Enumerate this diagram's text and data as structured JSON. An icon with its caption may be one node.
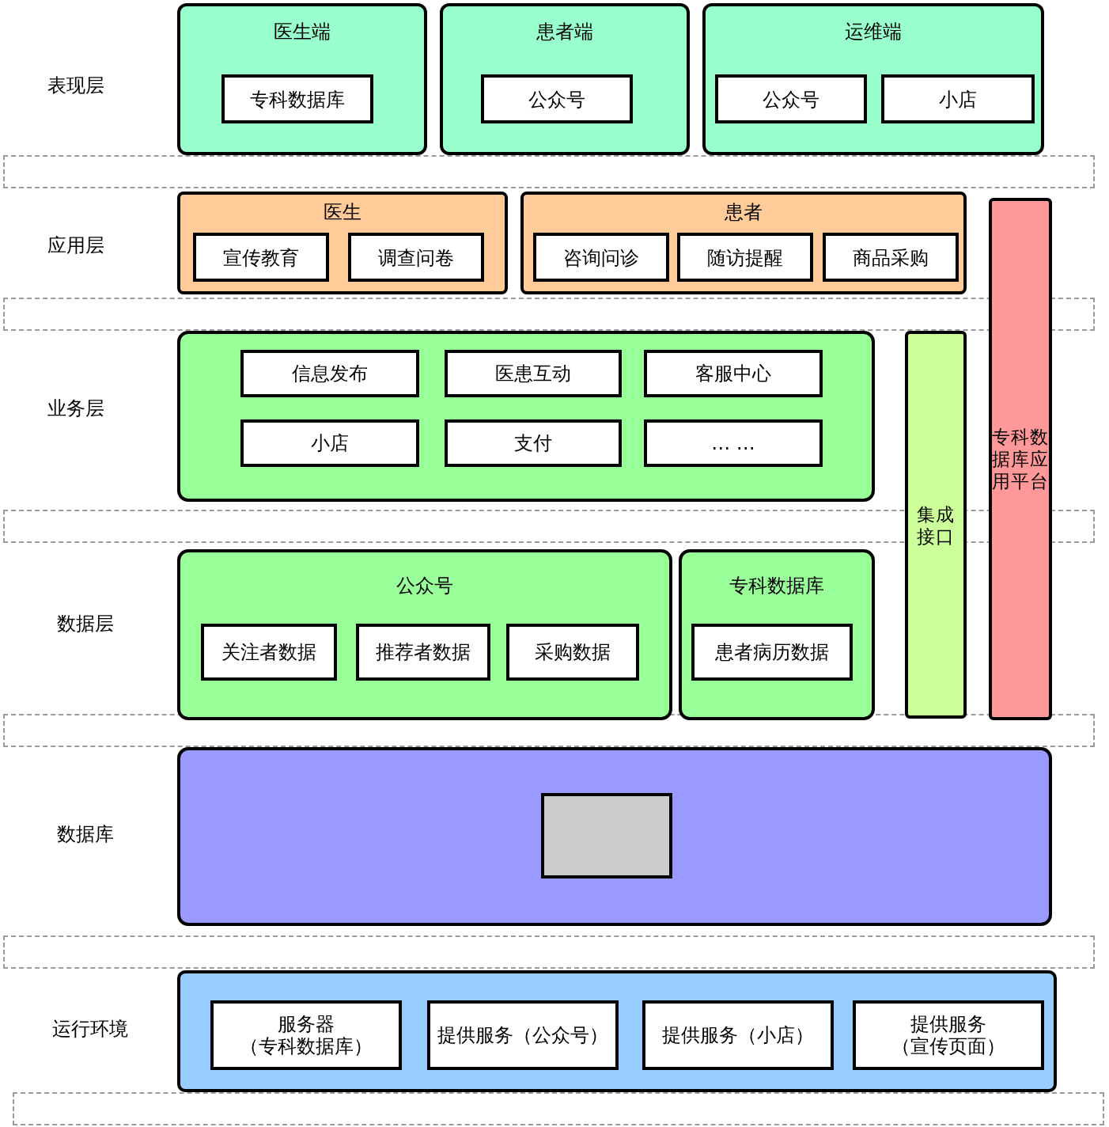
{
  "diagram": {
    "nodes": [
      {
        "text": [
          "医生端"
        ]
      },
      {
        "text": [
          "专科数据库"
        ],
        "in": 0
      },
      {
        "text": [
          "患者端"
        ]
      },
      {
        "text": [
          "公众号"
        ],
        "in": 2
      },
      {
        "text": [
          "运维端"
        ]
      },
      {
        "text": [
          "公众号"
        ],
        "in": 4
      },
      {
        "text": [
          "小店"
        ],
        "in": 4
      },
      {
        "text": [],
        "shape": "box"
      },
      {
        "text": [
          "医生"
        ]
      },
      {
        "text": [
          "宣传教育"
        ],
        "in": 8
      },
      {
        "text": [
          "调查问卷"
        ],
        "in": 8
      },
      {
        "text": [
          "患者"
        ]
      },
      {
        "text": [
          "咨询问诊"
        ],
        "in": 11
      },
      {
        "text": [
          "随访提醒"
        ],
        "in": 11
      },
      {
        "text": [
          "商品采购"
        ],
        "in": 11
      },
      {
        "text": [
          "专科数据库应用平台"
        ]
      },
      {
        "text": [],
        "shape": "box"
      },
      {
        "text": [],
        "shape": "box"
      },
      {
        "text": [
          "信息发布"
        ],
        "in": 17
      },
      {
        "text": [
          "医患互动"
        ],
        "in": 17
      },
      {
        "text": [
          "客服中心"
        ],
        "in": 17
      },
      {
        "text": [
          "小店"
        ],
        "in": 17
      },
      {
        "text": [
          "支付"
        ],
        "in": 17
      },
      {
        "text": [
          "… …"
        ],
        "in": 17
      },
      {
        "text": [
          "集成接口"
        ]
      },
      {
        "text": [],
        "shape": "box"
      },
      {
        "text": [
          "公众号"
        ]
      },
      {
        "text": [
          "关注者数据"
        ],
        "in": 26
      },
      {
        "text": [
          "推荐者数据"
        ],
        "in": 26
      },
      {
        "text": [
          "采购数据"
        ],
        "in": 26
      },
      {
        "text": [
          "专科数据库"
        ]
      },
      {
        "text": [
          "患者病历数据"
        ],
        "in": 30
      },
      {
        "text": [],
        "shape": "box"
      },
      {
        "text": [],
        "shape": "box"
      },
      {
        "text": [],
        "shape": "box",
        "in": 33
      },
      {
        "text": [],
        "shape": "box"
      },
      {
        "text": [],
        "shape": "box"
      },
      {
        "text": [
          "服务器（专科数据库）"
        ],
        "in": 36
      },
      {
        "text": [
          "提供服务（公众号）"
        ],
        "in": 36
      },
      {
        "text": [
          "提供服务（小店）"
        ],
        "in": 36
      },
      {
        "text": [
          "提供服务（宣传页面）"
        ],
        "in": 36
      },
      {
        "text": [],
        "shape": "box"
      }
    ],
    "labels": [
      "表现层",
      "应用层",
      "业务层",
      "数据层",
      "数据库",
      "运行环境"
    ]
  }
}
